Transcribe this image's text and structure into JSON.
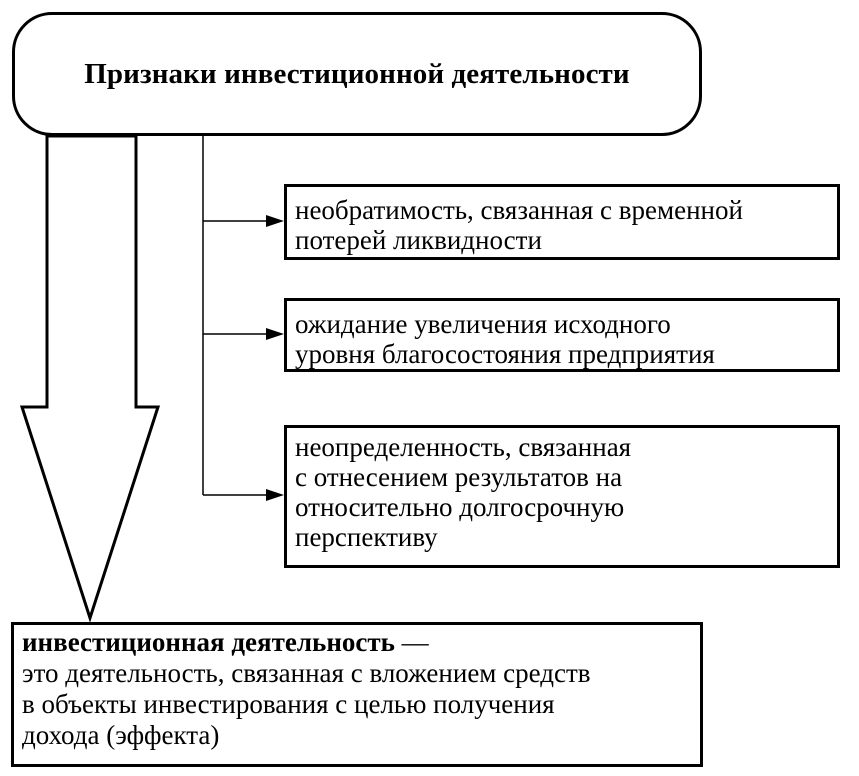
{
  "title": "Признаки инвестиционной деятельности",
  "features": [
    "необратимость, связанная с временной\nпотерей ликвидности",
    "ожидание увеличения исходного\nуровня благосостояния предприятия",
    "неопределенность, связанная\nс отнесением результатов на\nотносительно долгосрочную\nперспективу"
  ],
  "definition": {
    "term": "инвестиционная деятельность",
    "dash": " —",
    "text": "это деятельность, связанная с вложением средств\nв объекты инвестирования с целью получения\nдохода (эффекта)"
  }
}
